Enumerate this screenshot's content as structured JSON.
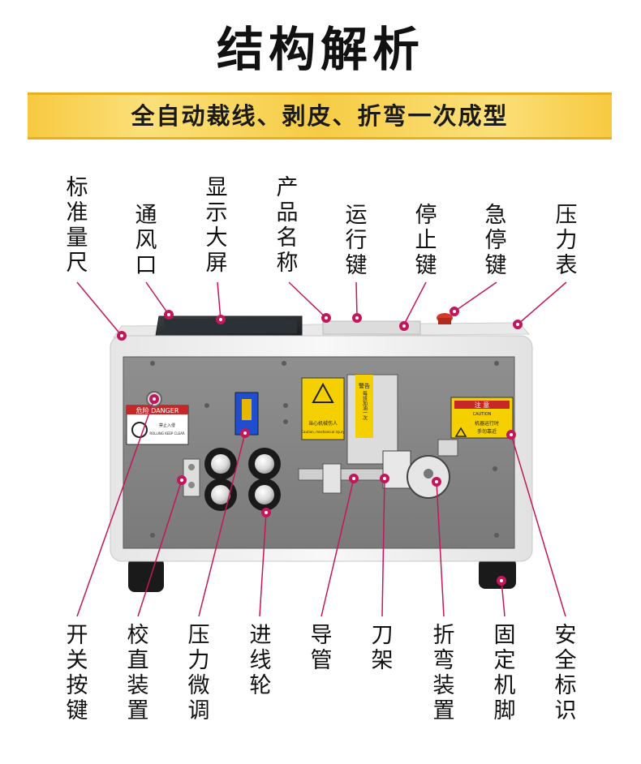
{
  "title": "结构解析",
  "subtitle": "全自动裁线、剥皮、折弯一次成型",
  "accent_color": "#c2185b",
  "banner_color": "#f6cc45",
  "top_labels": [
    {
      "id": "standard-ruler",
      "text": "标准量尺"
    },
    {
      "id": "vent",
      "text": "通风口"
    },
    {
      "id": "display",
      "text": "显示大屏"
    },
    {
      "id": "product-name",
      "text": "产品名称"
    },
    {
      "id": "run-key",
      "text": "运行键"
    },
    {
      "id": "stop-key",
      "text": "停止键"
    },
    {
      "id": "emergency-stop-key",
      "text": "急停键"
    },
    {
      "id": "pressure-gauge",
      "text": "压力表"
    }
  ],
  "bottom_labels": [
    {
      "id": "power-switch",
      "text": "开关按键"
    },
    {
      "id": "straightener",
      "text": "校直装置"
    },
    {
      "id": "pressure-fine-tune",
      "text": "压力微调"
    },
    {
      "id": "feed-wheel",
      "text": "进线轮"
    },
    {
      "id": "guide-tube",
      "text": "导管"
    },
    {
      "id": "cutter-holder",
      "text": "刀架"
    },
    {
      "id": "bending-device",
      "text": "折弯装置"
    },
    {
      "id": "fixed-foot",
      "text": "固定机脚"
    },
    {
      "id": "safety-sign",
      "text": "安全标识"
    }
  ],
  "stickers": {
    "danger_cn": "危险",
    "danger_en": "DANGER",
    "danger_note_cn": "禁止入侵",
    "danger_note_en": "ROLLING KEEP CLEAR",
    "mech_warning_cn": "当心机械伤人",
    "mech_warning_en": "Caution, mechanical injury",
    "oil_warning": "每班加油一次",
    "oil_warning_head": "警告",
    "caution_cn": "注 意",
    "caution_en": "CAUTION",
    "caution_note": "机器运行时",
    "caution_note2": "手勿靠近"
  }
}
